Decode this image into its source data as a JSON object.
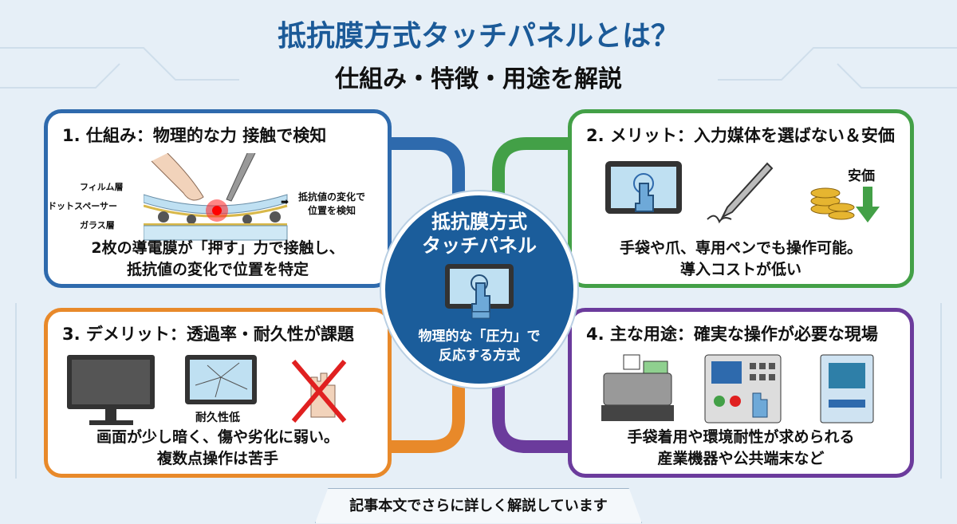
{
  "title": {
    "line1": "抵抗膜方式タッチパネルとは？",
    "line2": "仕組み・特徴・用途を解説"
  },
  "center": {
    "title_line1": "抵抗膜方式",
    "title_line2": "タッチパネル",
    "sub_line1": "物理的な「圧力」で",
    "sub_line2": "反応する方式"
  },
  "cards": [
    {
      "heading": "1. 仕組み：物理的な力 接触で検知",
      "labels": [
        "フィルム層",
        "ドットスペーサー",
        "ガラス層"
      ],
      "callout_line1": "抵抗値の変化で",
      "callout_line2": "位置を検知",
      "desc_line1": "2枚の導電膜が「押す」力で接触し、",
      "desc_line2": "抵抗値の変化で位置を特定"
    },
    {
      "heading": "2. メリット：入力媒体を選ばない＆安価",
      "price_label": "安価",
      "desc_line1": "手袋や爪、専用ペンでも操作可能。",
      "desc_line2": "導入コストが低い"
    },
    {
      "heading": "3. デメリット：透過率・耐久性が課題",
      "durability_label": "耐久性低",
      "desc_line1": "画面が少し暗く、傷や劣化に弱い。",
      "desc_line2": "複数点操作は苦手"
    },
    {
      "heading": "4. 主な用途：確実な操作が必要な現場",
      "desc_line1": "手袋着用や環境耐性が求められる",
      "desc_line2": "産業機器や公共端末など"
    }
  ],
  "footer": {
    "banner": "記事本文でさらに詳しく解説しています"
  },
  "colors": {
    "blue": "#2e6aad",
    "green": "#43a047",
    "orange": "#e8892a",
    "purple": "#6b3b9c",
    "center": "#1b5d9b"
  }
}
